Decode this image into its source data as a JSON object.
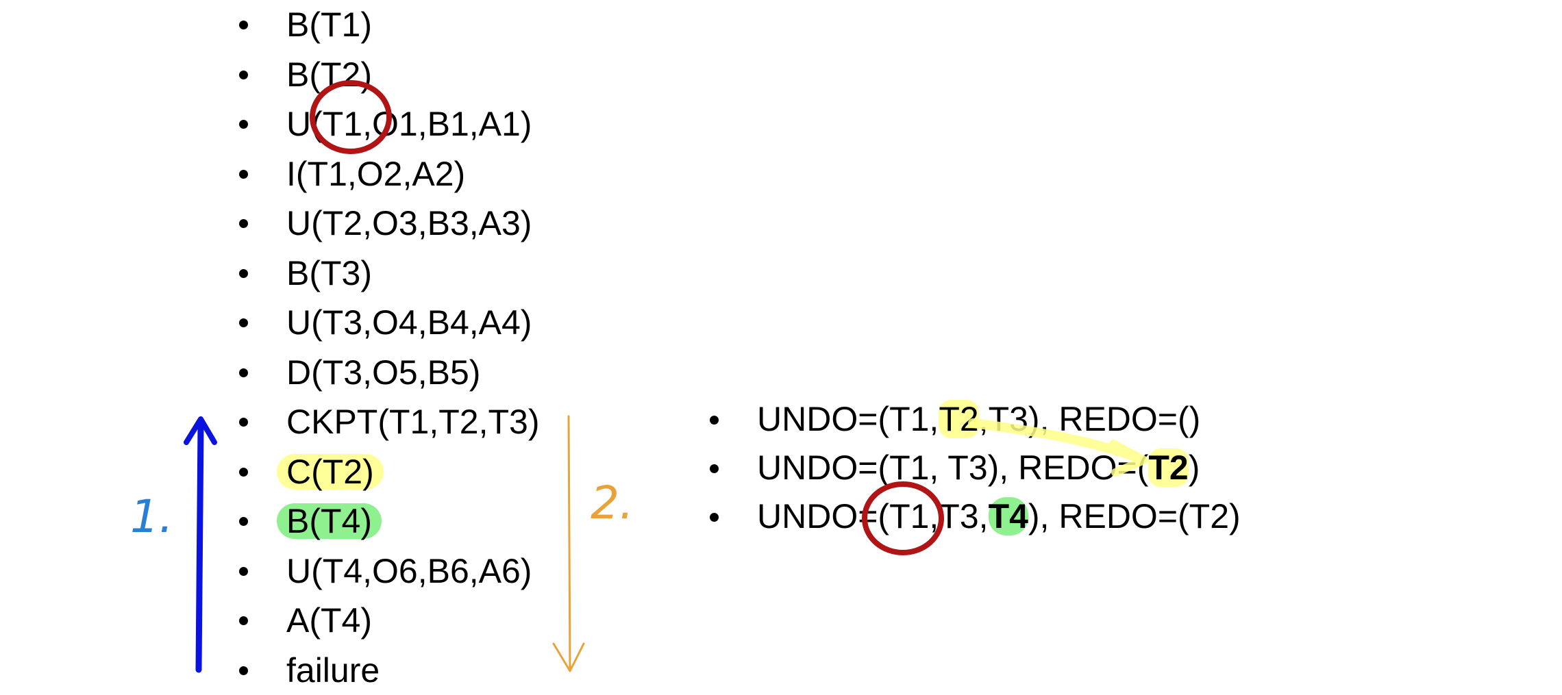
{
  "log": {
    "items": [
      {
        "text": "B(T1)"
      },
      {
        "text": "B(T2)"
      },
      {
        "text": "U(T1,O1,B1,A1)"
      },
      {
        "text": "I(T1,O2,A2)"
      },
      {
        "text": "U(T2,O3,B3,A3)"
      },
      {
        "text": "B(T3)"
      },
      {
        "text": "U(T3,O4,B4,A4)"
      },
      {
        "text": "D(T3,O5,B5)"
      },
      {
        "text": "CKPT(T1,T2,T3)"
      },
      {
        "text": "C(T2)",
        "highlight": "#ffff99"
      },
      {
        "text": "B(T4)",
        "highlight": "#8ff08f"
      },
      {
        "text": "U(T4,O6,B6,A6)"
      },
      {
        "text": "A(T4)"
      },
      {
        "text": "failure"
      }
    ]
  },
  "states": {
    "row1": {
      "p1": "UNDO=(T1,",
      "t2": "T2",
      "p2": ",T3), REDO=()"
    },
    "row2": {
      "p1": "UNDO=(T1, T3), REDO=(",
      "t2": "T2",
      "p2": ")"
    },
    "row3": {
      "p1": "UNDO=(T1,T3,",
      "t4": "T4",
      "p2": "), REDO=(T2)"
    }
  },
  "annotations": {
    "step1_label": "1.",
    "step2_label": "2.",
    "backward_arrow_color": "#0a12e0",
    "forward_arrow_color": "#e8a33a",
    "circle_color": "#b01414",
    "yellow_marker_color": "#ffff88",
    "green_marker_color": "#8ff08f",
    "label1_color": "#2a7fd4",
    "label2_color": "#e8a33a"
  }
}
